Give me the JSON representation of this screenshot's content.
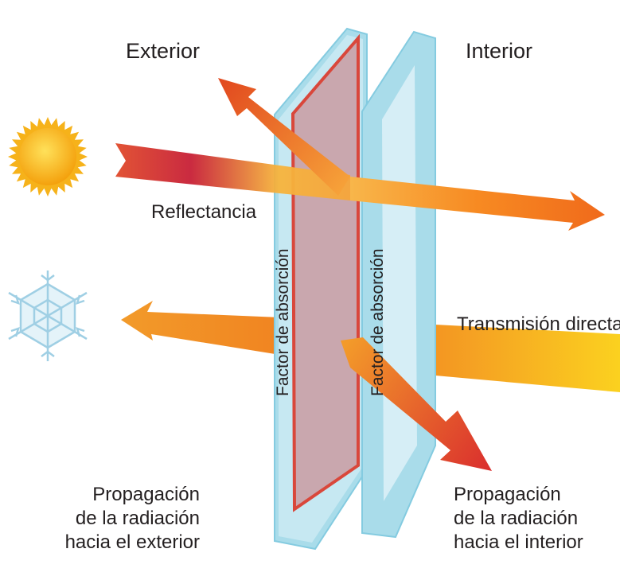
{
  "labels": {
    "exterior": "Exterior",
    "interior": "Interior",
    "reflectance": "Reflectancia",
    "direct_transmission": "Transmisión directa",
    "absorption_factor_1": "Factor de absorción",
    "absorption_factor_2": "Factor de absorción",
    "propagation_exterior": [
      "Propagación",
      "de la radiación",
      "hacia el exterior"
    ],
    "propagation_interior": [
      "Propagación",
      "de la radiación",
      "hacia el interior"
    ]
  },
  "icons": {
    "sun": "sun-icon",
    "snowflake": "snowflake-icon"
  },
  "colors": {
    "glass_blue": "#a9dcea",
    "glass_edge": "#7fc8de",
    "pane_red": "#d9473b",
    "pane_fill": "#caa2a6",
    "ray_orange": "#f28a1e",
    "ray_red": "#d8262e",
    "ray_yellow": "#f9c51c",
    "sun_core": "#f7b512",
    "snow": "#c9e6f2"
  }
}
